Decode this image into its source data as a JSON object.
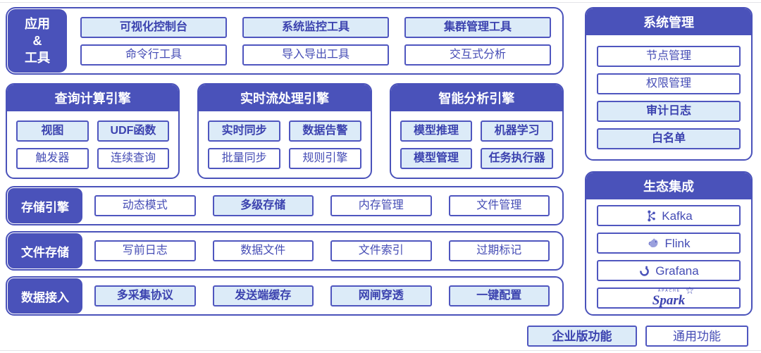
{
  "colors": {
    "primary": "#4a52ba",
    "highlight_bg": "#dcebf8",
    "border": "#4f56bf",
    "text": "#454cb5"
  },
  "top": {
    "label_line1": "应用",
    "label_line2": "&",
    "label_line3": "工具",
    "buttons": [
      {
        "label": "可视化控制台"
      },
      {
        "label": "系统监控工具"
      },
      {
        "label": "集群管理工具"
      },
      {
        "label": "命令行工具"
      },
      {
        "label": "导入导出工具"
      },
      {
        "label": "交互式分析"
      }
    ]
  },
  "engines": [
    {
      "title": "查询计算引擎",
      "items": [
        {
          "label": "视图"
        },
        {
          "label": "UDF函数"
        },
        {
          "label": "触发器"
        },
        {
          "label": "连续查询"
        }
      ]
    },
    {
      "title": "实时流处理引擎",
      "items": [
        {
          "label": "实时同步"
        },
        {
          "label": "数据告警"
        },
        {
          "label": "批量同步"
        },
        {
          "label": "规则引擎"
        }
      ]
    },
    {
      "title": "智能分析引擎",
      "items": [
        {
          "label": "模型推理"
        },
        {
          "label": "机器学习"
        },
        {
          "label": "模型管理"
        },
        {
          "label": "任务执行器"
        }
      ]
    }
  ],
  "layers": [
    {
      "title": "存储引擎",
      "items": [
        {
          "label": "动态模式"
        },
        {
          "label": "多级存储"
        },
        {
          "label": "内存管理"
        },
        {
          "label": "文件管理"
        }
      ]
    },
    {
      "title": "文件存储",
      "items": [
        {
          "label": "写前日志"
        },
        {
          "label": "数据文件"
        },
        {
          "label": "文件索引"
        },
        {
          "label": "过期标记"
        }
      ]
    },
    {
      "title": "数据接入",
      "items": [
        {
          "label": "多采集协议"
        },
        {
          "label": "发送端缓存"
        },
        {
          "label": "网闸穿透"
        },
        {
          "label": "一键配置"
        }
      ]
    }
  ],
  "system_panel": {
    "title": "系统管理",
    "items": [
      {
        "label": "节点管理"
      },
      {
        "label": "权限管理"
      },
      {
        "label": "审计日志"
      },
      {
        "label": "白名单"
      }
    ]
  },
  "ecosystem_panel": {
    "title": "生态集成",
    "items": [
      {
        "label": "Kafka",
        "icon": "kafka-icon"
      },
      {
        "label": "Flink",
        "icon": "flink-icon"
      },
      {
        "label": "Grafana",
        "icon": "grafana-icon"
      },
      {
        "label": "Spark",
        "icon": "spark-star-icon",
        "apache": "APACHE"
      }
    ]
  },
  "legend": {
    "enterprise": "企业版功能",
    "common": "通用功能"
  }
}
